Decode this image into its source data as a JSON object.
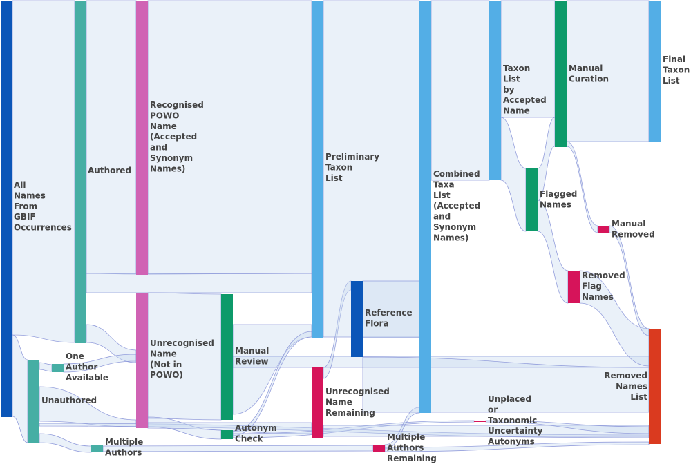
{
  "colors": {
    "dark_blue": "#0b56b8",
    "teal": "#46aea4",
    "pink": "#d063b4",
    "sky": "#53aee6",
    "green": "#0d9a6a",
    "crimson": "#d6145a",
    "red": "#da3a1f",
    "link_fill": "#c9dbef",
    "link_stroke": "#8a95d8",
    "label": "#444444"
  },
  "chart_data": {
    "type": "sankey",
    "nodes": [
      {
        "id": "gbif",
        "label": "All Names From GBIF Occurrences",
        "color": "dark_blue"
      },
      {
        "id": "authored",
        "label": "Authored",
        "color": "teal"
      },
      {
        "id": "unauthored",
        "label": "Unauthored",
        "color": "teal"
      },
      {
        "id": "one_author",
        "label": "One Author Available",
        "color": "teal"
      },
      {
        "id": "multi_authors",
        "label": "Multiple Authors",
        "color": "teal"
      },
      {
        "id": "recognised",
        "label": "Recognised POWO Name (Accepted and Synonym Names)",
        "color": "pink"
      },
      {
        "id": "unrecognised",
        "label": "Unrecognised Name (Not in POWO)",
        "color": "pink"
      },
      {
        "id": "manual_review",
        "label": "Manual Review",
        "color": "green"
      },
      {
        "id": "autonym",
        "label": "Autonym Check",
        "color": "green"
      },
      {
        "id": "prelim",
        "label": "Preliminary Taxon List",
        "color": "sky"
      },
      {
        "id": "unrec_remaining",
        "label": "Unrecognised Name Remaining",
        "color": "crimson"
      },
      {
        "id": "ref_flora",
        "label": "Reference Flora",
        "color": "dark_blue"
      },
      {
        "id": "multi_remaining",
        "label": "Multiple Authors Remaining",
        "color": "crimson"
      },
      {
        "id": "combined",
        "label": "Combined Taxa List (Accepted and Synonym Names)",
        "color": "sky"
      },
      {
        "id": "unplaced",
        "label": "Unplaced or Taxonomic Uncertainty Autonyms",
        "color": "crimson"
      },
      {
        "id": "by_accepted",
        "label": "Taxon List by Accepted Name",
        "color": "sky"
      },
      {
        "id": "flagged",
        "label": "Flagged Names",
        "color": "green"
      },
      {
        "id": "manual_curation",
        "label": "Manual Curation",
        "color": "green"
      },
      {
        "id": "removed_flag",
        "label": "Removed Flag Names",
        "color": "crimson"
      },
      {
        "id": "manual_removed",
        "label": "Manual Removed",
        "color": "crimson"
      },
      {
        "id": "final",
        "label": "Final Taxon List",
        "color": "sky"
      },
      {
        "id": "removed_list",
        "label": "Removed Names List",
        "color": "red"
      }
    ],
    "links": [
      {
        "source": "gbif",
        "target": "authored"
      },
      {
        "source": "gbif",
        "target": "unauthored"
      },
      {
        "source": "unauthored",
        "target": "one_author"
      },
      {
        "source": "unauthored",
        "target": "multi_authors"
      },
      {
        "source": "unauthored",
        "target": "unrecognised"
      },
      {
        "source": "unauthored",
        "target": "removed_list"
      },
      {
        "source": "authored",
        "target": "recognised"
      },
      {
        "source": "authored",
        "target": "prelim"
      },
      {
        "source": "authored",
        "target": "unrecognised"
      },
      {
        "source": "one_author",
        "target": "unrecognised"
      },
      {
        "source": "multi_authors",
        "target": "multi_remaining"
      },
      {
        "source": "recognised",
        "target": "prelim"
      },
      {
        "source": "unrecognised",
        "target": "manual_review"
      },
      {
        "source": "unrecognised",
        "target": "autonym"
      },
      {
        "source": "unrecognised",
        "target": "unrec_remaining"
      },
      {
        "source": "manual_review",
        "target": "prelim"
      },
      {
        "source": "manual_review",
        "target": "removed_list"
      },
      {
        "source": "autonym",
        "target": "prelim"
      },
      {
        "source": "autonym",
        "target": "unplaced"
      },
      {
        "source": "unrec_remaining",
        "target": "ref_flora"
      },
      {
        "source": "unrec_remaining",
        "target": "removed_list"
      },
      {
        "source": "multi_remaining",
        "target": "combined"
      },
      {
        "source": "multi_remaining",
        "target": "removed_list"
      },
      {
        "source": "prelim",
        "target": "combined"
      },
      {
        "source": "ref_flora",
        "target": "combined"
      },
      {
        "source": "ref_flora",
        "target": "removed_list"
      },
      {
        "source": "unplaced",
        "target": "removed_list"
      },
      {
        "source": "combined",
        "target": "by_accepted"
      },
      {
        "source": "by_accepted",
        "target": "manual_curation"
      },
      {
        "source": "by_accepted",
        "target": "flagged"
      },
      {
        "source": "flagged",
        "target": "manual_curation"
      },
      {
        "source": "flagged",
        "target": "removed_flag"
      },
      {
        "source": "manual_curation",
        "target": "final"
      },
      {
        "source": "manual_curation",
        "target": "manual_removed"
      },
      {
        "source": "removed_flag",
        "target": "removed_list"
      },
      {
        "source": "manual_removed",
        "target": "removed_list"
      }
    ]
  }
}
